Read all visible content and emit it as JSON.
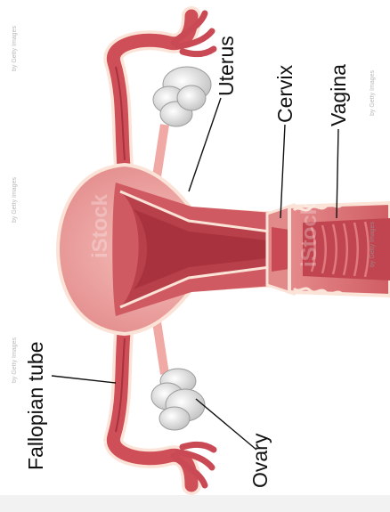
{
  "labels": {
    "uterus": "Uterus",
    "cervix": "Cervix",
    "vagina": "Vagina",
    "fallopian_tube": "Fallopian tube",
    "ovary": "Ovary"
  },
  "watermark": {
    "brand": "iStock",
    "credit": "by Getty Images"
  },
  "colors": {
    "tissue_dark": "#c94a55",
    "tissue_mid": "#e07a7e",
    "tissue_light": "#f2b3ae",
    "outline": "#fbe3d7",
    "ovary": "#e2e2e2"
  }
}
